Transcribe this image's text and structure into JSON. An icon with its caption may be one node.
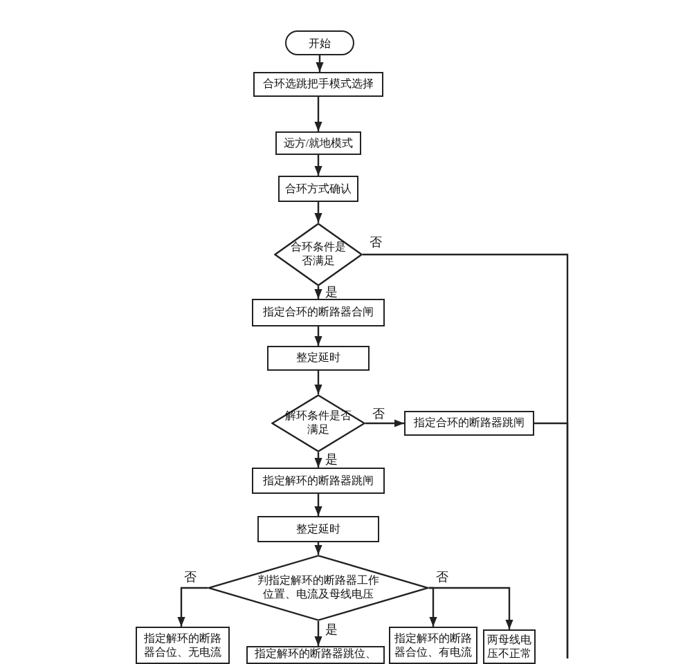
{
  "diagram": {
    "nodes": [
      {
        "text": [
          "开始"
        ]
      },
      {
        "text": [
          "合环选跳把手模式选择"
        ]
      },
      {
        "text": [
          "远方/就地模式"
        ]
      },
      {
        "text": [
          "合环方式确认"
        ]
      },
      {
        "text": [
          "合环条件是否满足"
        ]
      },
      {
        "text": [
          "指定合环的断路器合闸"
        ]
      },
      {
        "text": [
          "整定延时"
        ]
      },
      {
        "text": [
          "解环条件是否满足"
        ]
      },
      {
        "text": [
          "指定合环的断路器跳闸"
        ]
      },
      {
        "text": [
          "指定解环的断路器跳闸"
        ]
      },
      {
        "text": [
          "整定延时"
        ]
      },
      {
        "text": [
          "判指定解环的断路器工作位置、电流及母线电压"
        ]
      },
      {
        "text": [
          "指定解环的断路器合位、无电流"
        ]
      },
      {
        "text": [
          "指定解环的断路器跳位、"
        ]
      },
      {
        "text": [
          "指定解环的断路器合位、有电流"
        ]
      },
      {
        "text": [
          "两母线电压不正常"
        ]
      }
    ],
    "edges": [
      {
        "from": 0,
        "to": 1,
        "arrow": "to"
      },
      {
        "from": 1,
        "to": 2,
        "arrow": "to"
      },
      {
        "from": 2,
        "to": 3,
        "arrow": "to"
      },
      {
        "from": 3,
        "to": 4,
        "arrow": "to"
      },
      {
        "from": 4,
        "to": 5,
        "arrow": "to",
        "label": "是"
      },
      {
        "from": 4,
        "to": null,
        "arrow": "none",
        "label": "否"
      },
      {
        "from": 5,
        "to": 6,
        "arrow": "to"
      },
      {
        "from": 6,
        "to": 7,
        "arrow": "to"
      },
      {
        "from": 7,
        "to": 8,
        "arrow": "to",
        "label": "否"
      },
      {
        "from": 7,
        "to": 9,
        "arrow": "to",
        "label": "是"
      },
      {
        "from": 8,
        "to": null,
        "arrow": "none"
      },
      {
        "from": 9,
        "to": 10,
        "arrow": "to"
      },
      {
        "from": 10,
        "to": 11,
        "arrow": "to"
      },
      {
        "from": 11,
        "to": 12,
        "arrow": "to",
        "label": "否"
      },
      {
        "from": 11,
        "to": 13,
        "arrow": "to",
        "label": "是"
      },
      {
        "from": 11,
        "to": 14,
        "arrow": "to",
        "label": "否"
      },
      {
        "from": 11,
        "to": 15,
        "arrow": "to"
      }
    ]
  }
}
